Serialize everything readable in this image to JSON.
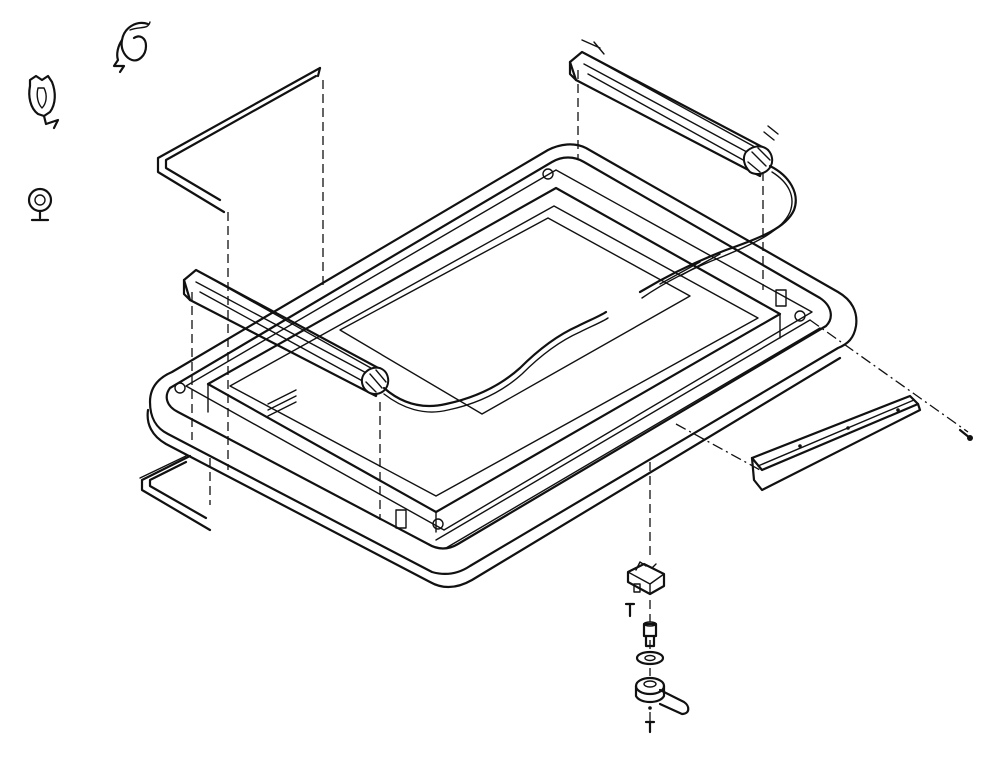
{
  "figure": {
    "kind": "exploded-assembly-drawing",
    "line_color": "#111111",
    "background": "#ffffff",
    "parts": [
      "seal-profile-icon-a",
      "seal-profile-icon-b",
      "seal-profile-icon-c",
      "gasket-strip-upper",
      "gasket-strip-lower",
      "hinge-bar-left",
      "hinge-bar-right",
      "frame",
      "cable-left",
      "cable-right",
      "trim-rail",
      "trim-screw",
      "latch-block",
      "latch-screw",
      "spindle",
      "washer",
      "crank-handle",
      "handle-screw"
    ]
  }
}
